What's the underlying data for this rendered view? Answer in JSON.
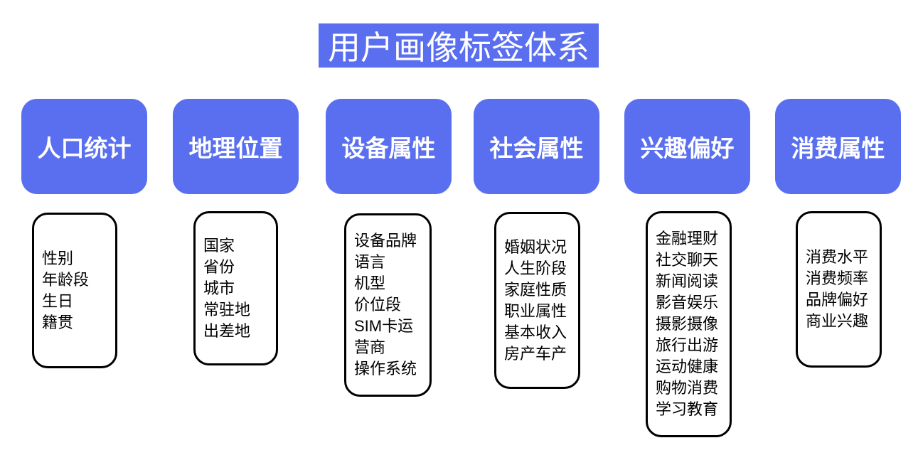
{
  "title": "用户画像标签体系",
  "colors": {
    "accent_blue": "#5a6ff0",
    "header_text": "#ffffff",
    "tag_text": "#000000",
    "box_border": "#000000",
    "background": "#ffffff"
  },
  "columns": [
    {
      "id": "demographics",
      "title": "人口统计",
      "items": [
        "性别",
        "年龄段",
        "生日",
        "籍贯"
      ]
    },
    {
      "id": "geo-location",
      "title": "地理位置",
      "items": [
        "国家",
        "省份",
        "城市",
        "常驻地",
        "出差地"
      ]
    },
    {
      "id": "device-attributes",
      "title": "设备属性",
      "items": [
        "设备品牌",
        "语言",
        "机型",
        "价位段",
        "SIM卡运",
        "营商",
        "操作系统"
      ]
    },
    {
      "id": "social-attributes",
      "title": "社会属性",
      "items": [
        "婚姻状况",
        "人生阶段",
        "家庭性质",
        "职业属性",
        "基本收入",
        "房产车产"
      ]
    },
    {
      "id": "interest-preferences",
      "title": "兴趣偏好",
      "items": [
        "金融理财",
        "社交聊天",
        "新闻阅读",
        "影音娱乐",
        "摄影摄像",
        "旅行出游",
        "运动健康",
        "购物消费",
        "学习教育"
      ]
    },
    {
      "id": "consumption-attributes",
      "title": "消费属性",
      "items": [
        "消费水平",
        "消费频率",
        "品牌偏好",
        "商业兴趣"
      ]
    }
  ]
}
